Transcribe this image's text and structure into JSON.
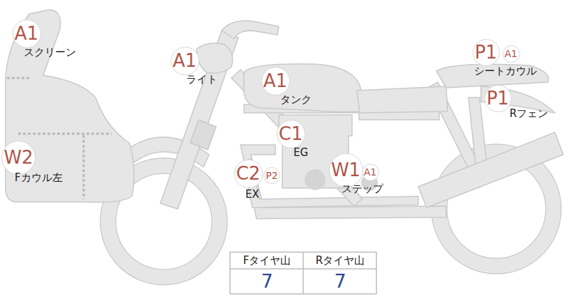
{
  "diagram": {
    "nodes": [
      {
        "text": [
          "A1"
        ]
      },
      {
        "text": [
          "P1"
        ]
      },
      {
        "text": [
          "A1"
        ]
      },
      {
        "text": [
          "A1"
        ]
      },
      {
        "text": [
          "A1"
        ]
      },
      {
        "text": [
          "P1"
        ]
      },
      {
        "text": [
          "C1"
        ]
      },
      {
        "text": [
          "W2"
        ]
      },
      {
        "text": [
          "C2"
        ]
      },
      {
        "text": [
          "P2"
        ]
      },
      {
        "text": [
          "W1"
        ]
      },
      {
        "text": [
          "A1"
        ]
      }
    ],
    "edges": [],
    "labels": [
      "スクリーン",
      "ライト",
      "タンク",
      "シートカウル",
      "Rフェン",
      "EG",
      "Fカウル左",
      "EX",
      "ステップ",
      "Fタイヤ山",
      "Rタイヤ山",
      "7",
      "7"
    ]
  }
}
